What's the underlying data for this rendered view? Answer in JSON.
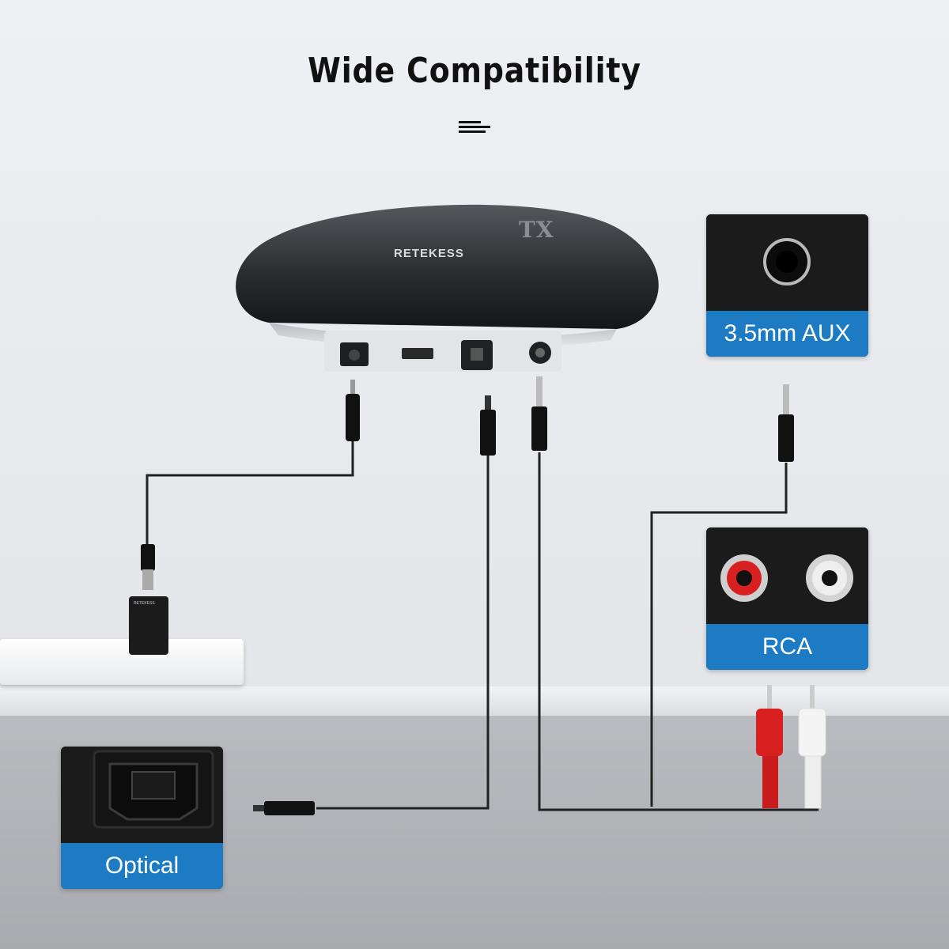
{
  "title": "Wide Compatibility",
  "icons": {
    "menu": "menu-lines-icon"
  },
  "device": {
    "brand": "RETEKESS",
    "model_label": "TX"
  },
  "callouts": {
    "aux": {
      "label": "3.5mm AUX",
      "icon": "aux-jack-icon"
    },
    "rca": {
      "label": "RCA",
      "icon": "rca-jacks-icon"
    },
    "optical": {
      "label": "Optical",
      "icon": "optical-port-icon"
    }
  },
  "adapter": {
    "text": "RETEKESS"
  },
  "colors": {
    "accent_blue": "#1d7bc4",
    "title": "#111111",
    "rca_red": "#d82020",
    "rca_white": "#f2f2f2"
  }
}
